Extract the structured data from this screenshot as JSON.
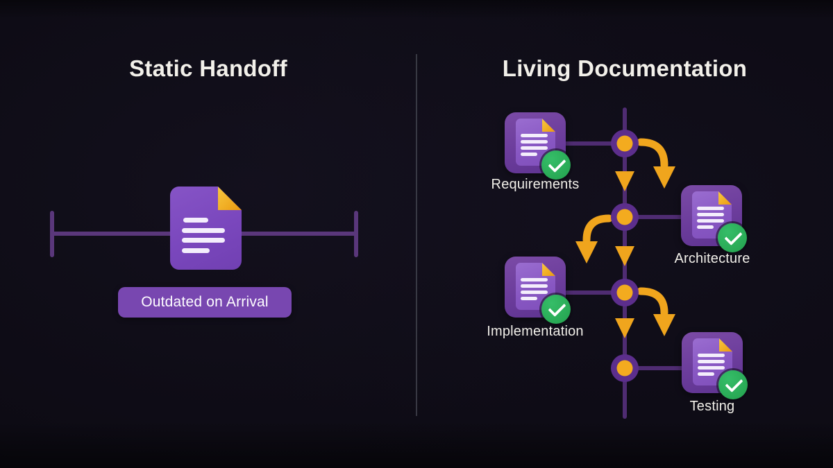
{
  "left_panel": {
    "title": "Static Handoff",
    "caption": "Outdated on Arrival",
    "icon": "document-icon with folded corner on horizontal timeline"
  },
  "right_panel": {
    "title": "Living Documentation",
    "stages": [
      {
        "label": "Requirements",
        "side": "left",
        "status_icon": "check-icon"
      },
      {
        "label": "Architecture",
        "side": "right",
        "status_icon": "check-icon"
      },
      {
        "label": "Implementation",
        "side": "left",
        "status_icon": "check-icon"
      },
      {
        "label": "Testing",
        "side": "right",
        "status_icon": "check-icon"
      }
    ],
    "timeline_icons": [
      "timeline-node-icon",
      "arrow-down-icon",
      "curved-arrow-icon"
    ]
  },
  "colors": {
    "background": "#0d0b14",
    "title_text": "#f2f0ea",
    "label_text": "#f1efe9",
    "divider_gray": "#3f414b",
    "timeline_purple": "#5a377b",
    "flow_line_purple": "#4f2c72",
    "node_ring_purple": "#5c2e8c",
    "node_dot_orange": "#f3ab1f",
    "arrow_orange": "#f0a51d",
    "doc_purple": "#7e4cc1",
    "card_purple": "#6b3c9b",
    "inner_doc_purple": "#8d5cc6",
    "fold_gold": "#f2b231",
    "caption_pill_purple": "#7847b0",
    "check_green": "#2db25d"
  }
}
